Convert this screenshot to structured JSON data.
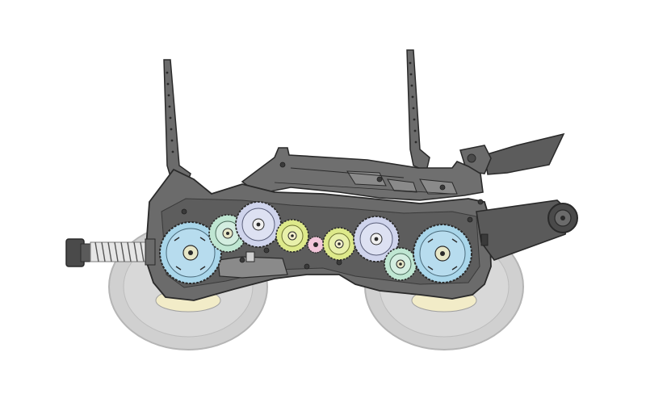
{
  "figure": {
    "colors": {
      "background": "#ffffff",
      "chassis": "#6b6b6b",
      "chassis_dark": "#3f3f3f",
      "chassis_outline": "#2a2a2a",
      "wheel_tire": "#cfcfcf",
      "wheel_hub": "#f2ecc8",
      "gear_blue": "#a9d6ea",
      "gear_teal": "#bfe6d2",
      "gear_lavender": "#cfd4ec",
      "gear_yellow": "#dde98a",
      "gear_pink": "#f2c6da",
      "spring": "#d8d8d8"
    },
    "parts": [
      "front-wheel",
      "rear-wheel",
      "chassis-frame",
      "front-antenna-mast",
      "rear-antenna-mast",
      "rear-wing",
      "front-bumper",
      "coil-spring",
      "rear-roller-arm",
      "gear-front-large",
      "gear-front-idler",
      "gear-center-large",
      "gear-center-small",
      "gear-pink-pinion",
      "gear-center-right",
      "gear-rear-lavender",
      "gear-rear-teal",
      "gear-rear-large"
    ]
  }
}
